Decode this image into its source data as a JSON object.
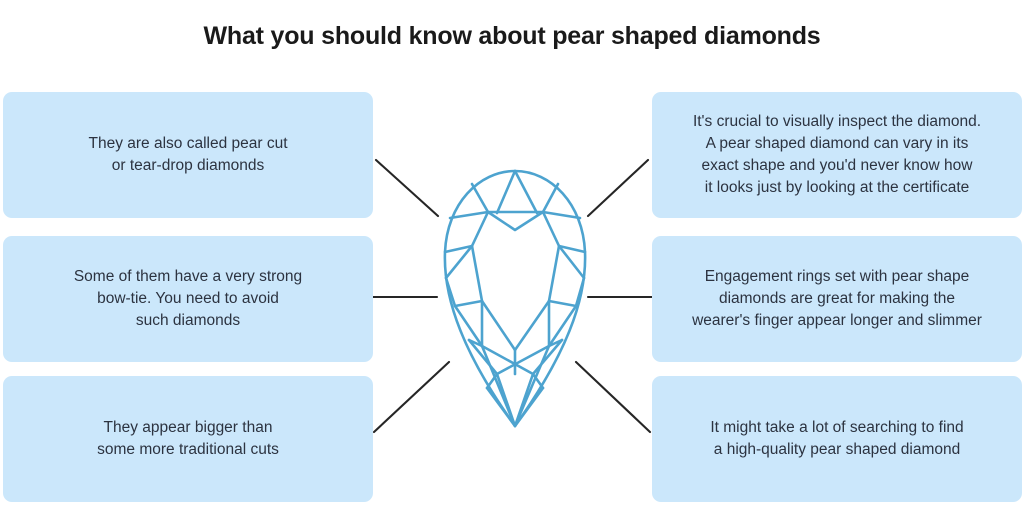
{
  "title": "What you should know about pear shaped diamonds",
  "colors": {
    "box_fill": "#cbe7fb",
    "text": "#2c3340",
    "title": "#1a1a1a",
    "diamond_stroke": "#4da3cf",
    "connector": "#262626",
    "background": "#ffffff"
  },
  "center_graphic": {
    "name": "pear-shaped-diamond",
    "shape": "pear",
    "stroke_color": "#4da3cf"
  },
  "facts": {
    "left": [
      {
        "id": "pear-cut-names",
        "text": "They are also called pear cut\nor tear-drop diamonds"
      },
      {
        "id": "bow-tie-warning",
        "text": "Some of them have a very strong\nbow-tie. You need to avoid\nsuch diamonds"
      },
      {
        "id": "appear-bigger",
        "text": "They appear bigger than\nsome more traditional cuts"
      }
    ],
    "right": [
      {
        "id": "visually-inspect",
        "text": "It's crucial to visually inspect the diamond.\nA pear shaped diamond can vary in its\nexact shape and you'd never know how\nit looks just by looking at the certificate"
      },
      {
        "id": "engagement-rings",
        "text": "Engagement rings set with pear shape\ndiamonds are great for making the\nwearer's finger appear longer and slimmer"
      },
      {
        "id": "hard-to-find",
        "text": "It might take a lot of searching to find\na high-quality pear shaped diamond"
      }
    ]
  }
}
